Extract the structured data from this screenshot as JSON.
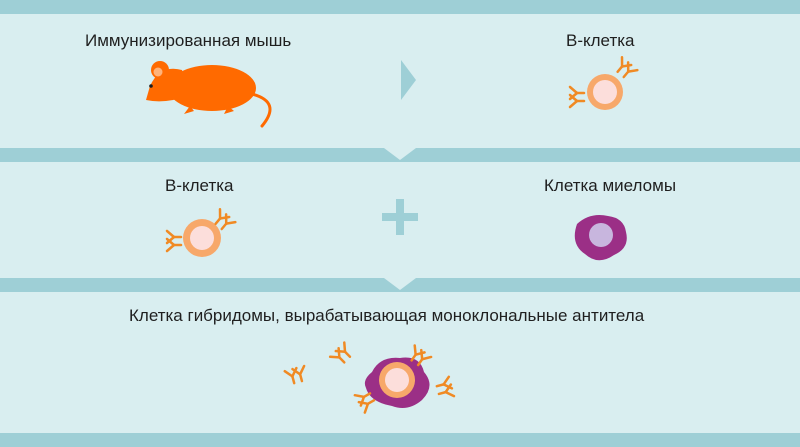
{
  "diagram": {
    "step1": {
      "left_label": "Иммунизированная мышь",
      "right_label": "В-клетка"
    },
    "step2": {
      "left_label": "В-клетка",
      "right_label": "Клетка миеломы"
    },
    "step3": {
      "label": "Клетка гибридомы, вырабатывающая моноклональные антитела"
    }
  },
  "colors": {
    "background": "#d9eef0",
    "band": "#9ecfd6",
    "mouse": "#ff6a00",
    "antibody": "#f08a24",
    "b_cell_ring": "#f7a86a",
    "b_cell_nucleus": "#fcdedb",
    "myeloma": "#9b2f86",
    "myeloma_nucleus": "#c8b6de",
    "plus": "#9ecfd6"
  },
  "icons": [
    "mouse-icon",
    "arrow-right-icon",
    "plus-icon",
    "chevron-down-icon",
    "antibody-icon"
  ]
}
